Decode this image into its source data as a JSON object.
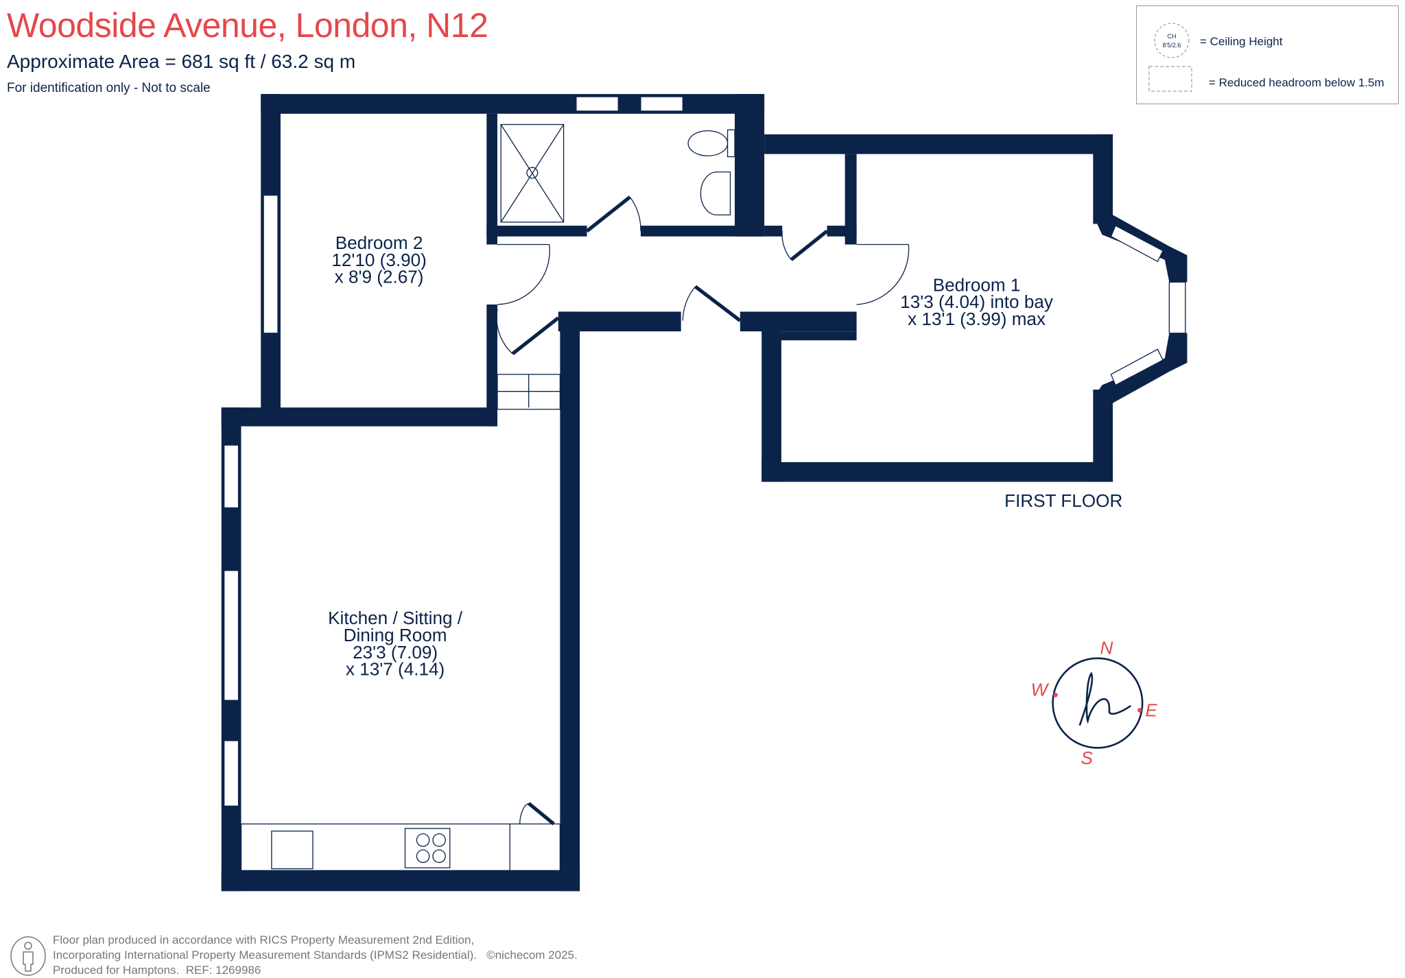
{
  "header": {
    "title": "Woodside Avenue, London, N12",
    "area": "Approximate Area = 681 sq ft / 63.2 sq m",
    "note": "For identification only - Not to scale"
  },
  "legend": {
    "ch_label": "CH",
    "ch_value": "8'5/2.6",
    "ceiling_text": "= Ceiling Height",
    "reduced_text": "= Reduced headroom below 1.5m"
  },
  "rooms": {
    "bedroom2": {
      "name": "Bedroom 2",
      "dim1": "12'10 (3.90)",
      "dim2": "x 8'9 (2.67)"
    },
    "bedroom1": {
      "name": "Bedroom 1",
      "dim1": "13'3 (4.04) into bay",
      "dim2": "x 13'1 (3.99) max"
    },
    "kitchen": {
      "name": "Kitchen / Sitting /",
      "name2": "Dining Room",
      "dim1": "23'3 (7.09)",
      "dim2": "x 13'7 (4.14)"
    }
  },
  "floor_label": "FIRST FLOOR",
  "compass": {
    "n": "N",
    "e": "E",
    "s": "S",
    "w": "W"
  },
  "footer": {
    "line1": "Floor plan produced in accordance with RICS Property Measurement 2nd Edition,",
    "line2": "Incorporating International Property Measurement Standards (IPMS2 Residential).",
    "copyright": "©nichecom 2025.",
    "line3": "Produced for Hamptons.",
    "ref": "REF:  1269986"
  },
  "colors": {
    "wall": "#0c2349",
    "title": "#e5474b",
    "compass": "#e5474b"
  }
}
